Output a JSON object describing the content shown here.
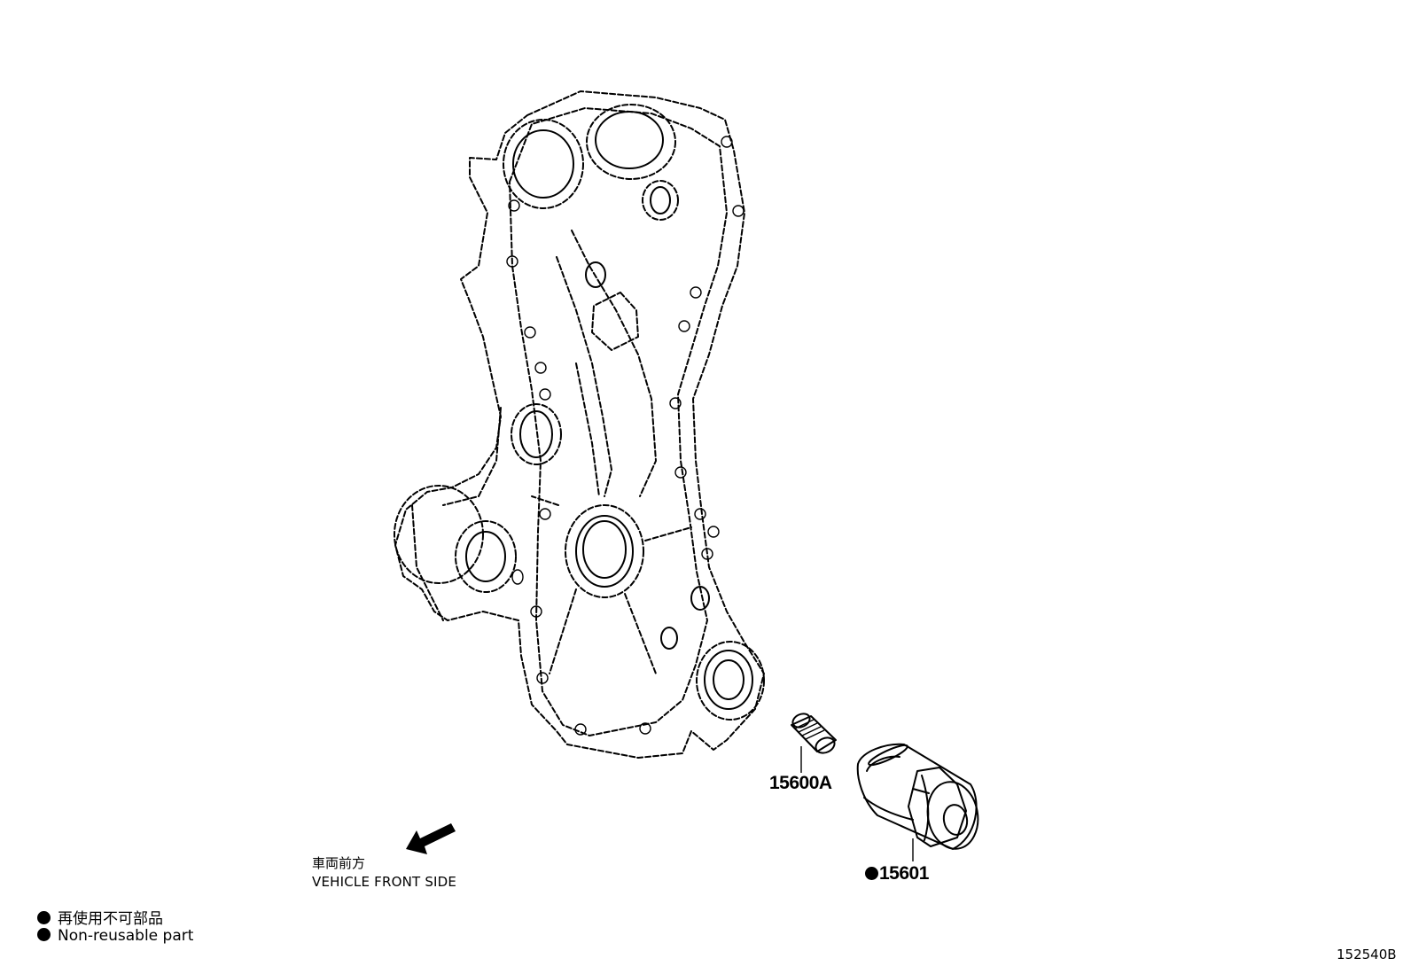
{
  "parts": {
    "oil_filter_union": "15600A",
    "oil_filter": "15601"
  },
  "direction": {
    "label_jp": "車両前方",
    "label_en": "VEHICLE FRONT SIDE"
  },
  "legend": {
    "jp": "再使用不可部品",
    "en": "Non-reusable part"
  },
  "reference": "152540B",
  "icons": {
    "non_reusable_marker": "black-dot-icon",
    "direction_arrow": "arrow-icon"
  }
}
